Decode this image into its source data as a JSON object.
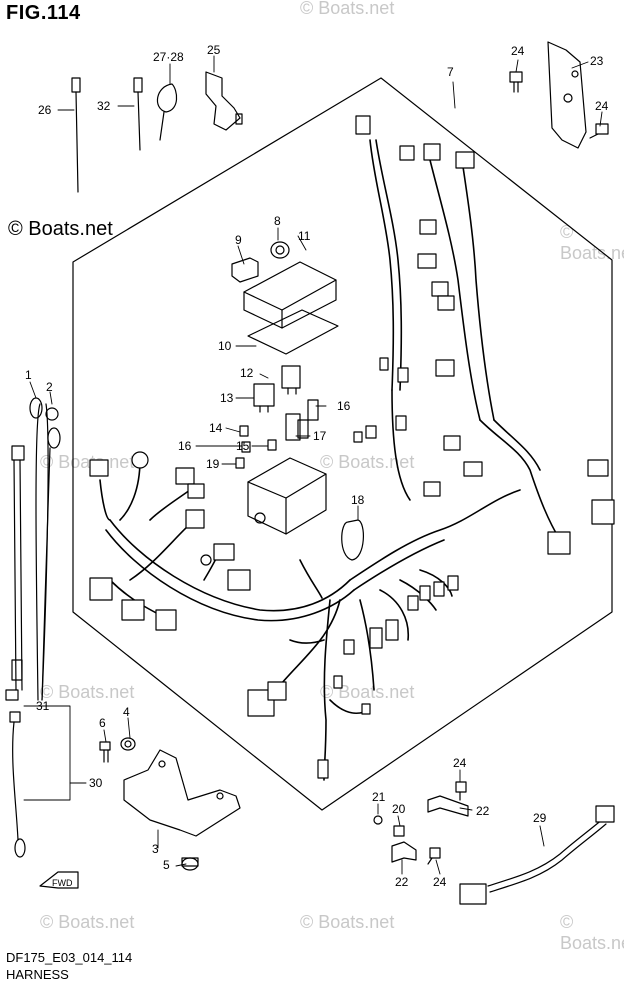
{
  "figure": {
    "title": "FIG.114",
    "code": "DF175_E03_014_114",
    "caption": "HARNESS",
    "watermark": "© Boats.net",
    "fwd_label": "FWD"
  },
  "callouts": [
    {
      "id": "c7",
      "label": "7"
    },
    {
      "id": "c23",
      "label": "23"
    },
    {
      "id": "c24a",
      "label": "24"
    },
    {
      "id": "c24b",
      "label": "24"
    },
    {
      "id": "c25",
      "label": "25"
    },
    {
      "id": "c2728",
      "label": "27·28"
    },
    {
      "id": "c26",
      "label": "26"
    },
    {
      "id": "c32",
      "label": "32"
    },
    {
      "id": "c8",
      "label": "8"
    },
    {
      "id": "c9",
      "label": "9"
    },
    {
      "id": "c11",
      "label": "11"
    },
    {
      "id": "c10",
      "label": "10"
    },
    {
      "id": "c12",
      "label": "12"
    },
    {
      "id": "c13",
      "label": "13"
    },
    {
      "id": "c16a",
      "label": "16"
    },
    {
      "id": "c14",
      "label": "14"
    },
    {
      "id": "c16b",
      "label": "16"
    },
    {
      "id": "c15",
      "label": "15"
    },
    {
      "id": "c17",
      "label": "17"
    },
    {
      "id": "c19",
      "label": "19"
    },
    {
      "id": "c18",
      "label": "18"
    },
    {
      "id": "c1",
      "label": "1"
    },
    {
      "id": "c2",
      "label": "2"
    },
    {
      "id": "c31",
      "label": "31"
    },
    {
      "id": "c30",
      "label": "30"
    },
    {
      "id": "c6",
      "label": "6"
    },
    {
      "id": "c4",
      "label": "4"
    },
    {
      "id": "c3",
      "label": "3"
    },
    {
      "id": "c5",
      "label": "5"
    },
    {
      "id": "c24c",
      "label": "24"
    },
    {
      "id": "c21",
      "label": "21"
    },
    {
      "id": "c20",
      "label": "20"
    },
    {
      "id": "c22a",
      "label": "22"
    },
    {
      "id": "c22b",
      "label": "22"
    },
    {
      "id": "c24d",
      "label": "24"
    },
    {
      "id": "c29",
      "label": "29"
    }
  ]
}
